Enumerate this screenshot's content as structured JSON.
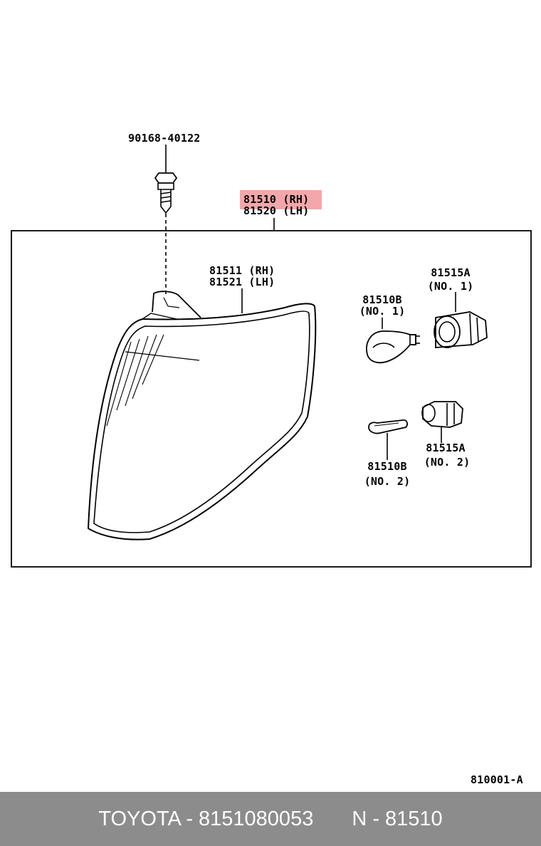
{
  "labels": {
    "bolt": "90168-40122",
    "assembly_rh": "81510 (RH)",
    "assembly_lh": "81520 (LH)",
    "lens_rh": "81511 (RH)",
    "lens_lh": "81521 (LH)",
    "socket1_num": "81515A",
    "socket1_note": "(NO. 1)",
    "bulb1_num": "81510B",
    "bulb1_note": "(NO. 1)",
    "bulb2_num": "81510B",
    "bulb2_note": "(NO. 2)",
    "socket2_num": "81515A",
    "socket2_note": "(NO. 2)",
    "figure_code": "810001-A"
  },
  "footer": {
    "part": "TOYOTA - 8151080053",
    "ref": "N - 81510"
  },
  "colors": {
    "highlight": "#f08a8e",
    "footer_bg": "#8c8c8c",
    "footer_text": "#ffffff"
  }
}
